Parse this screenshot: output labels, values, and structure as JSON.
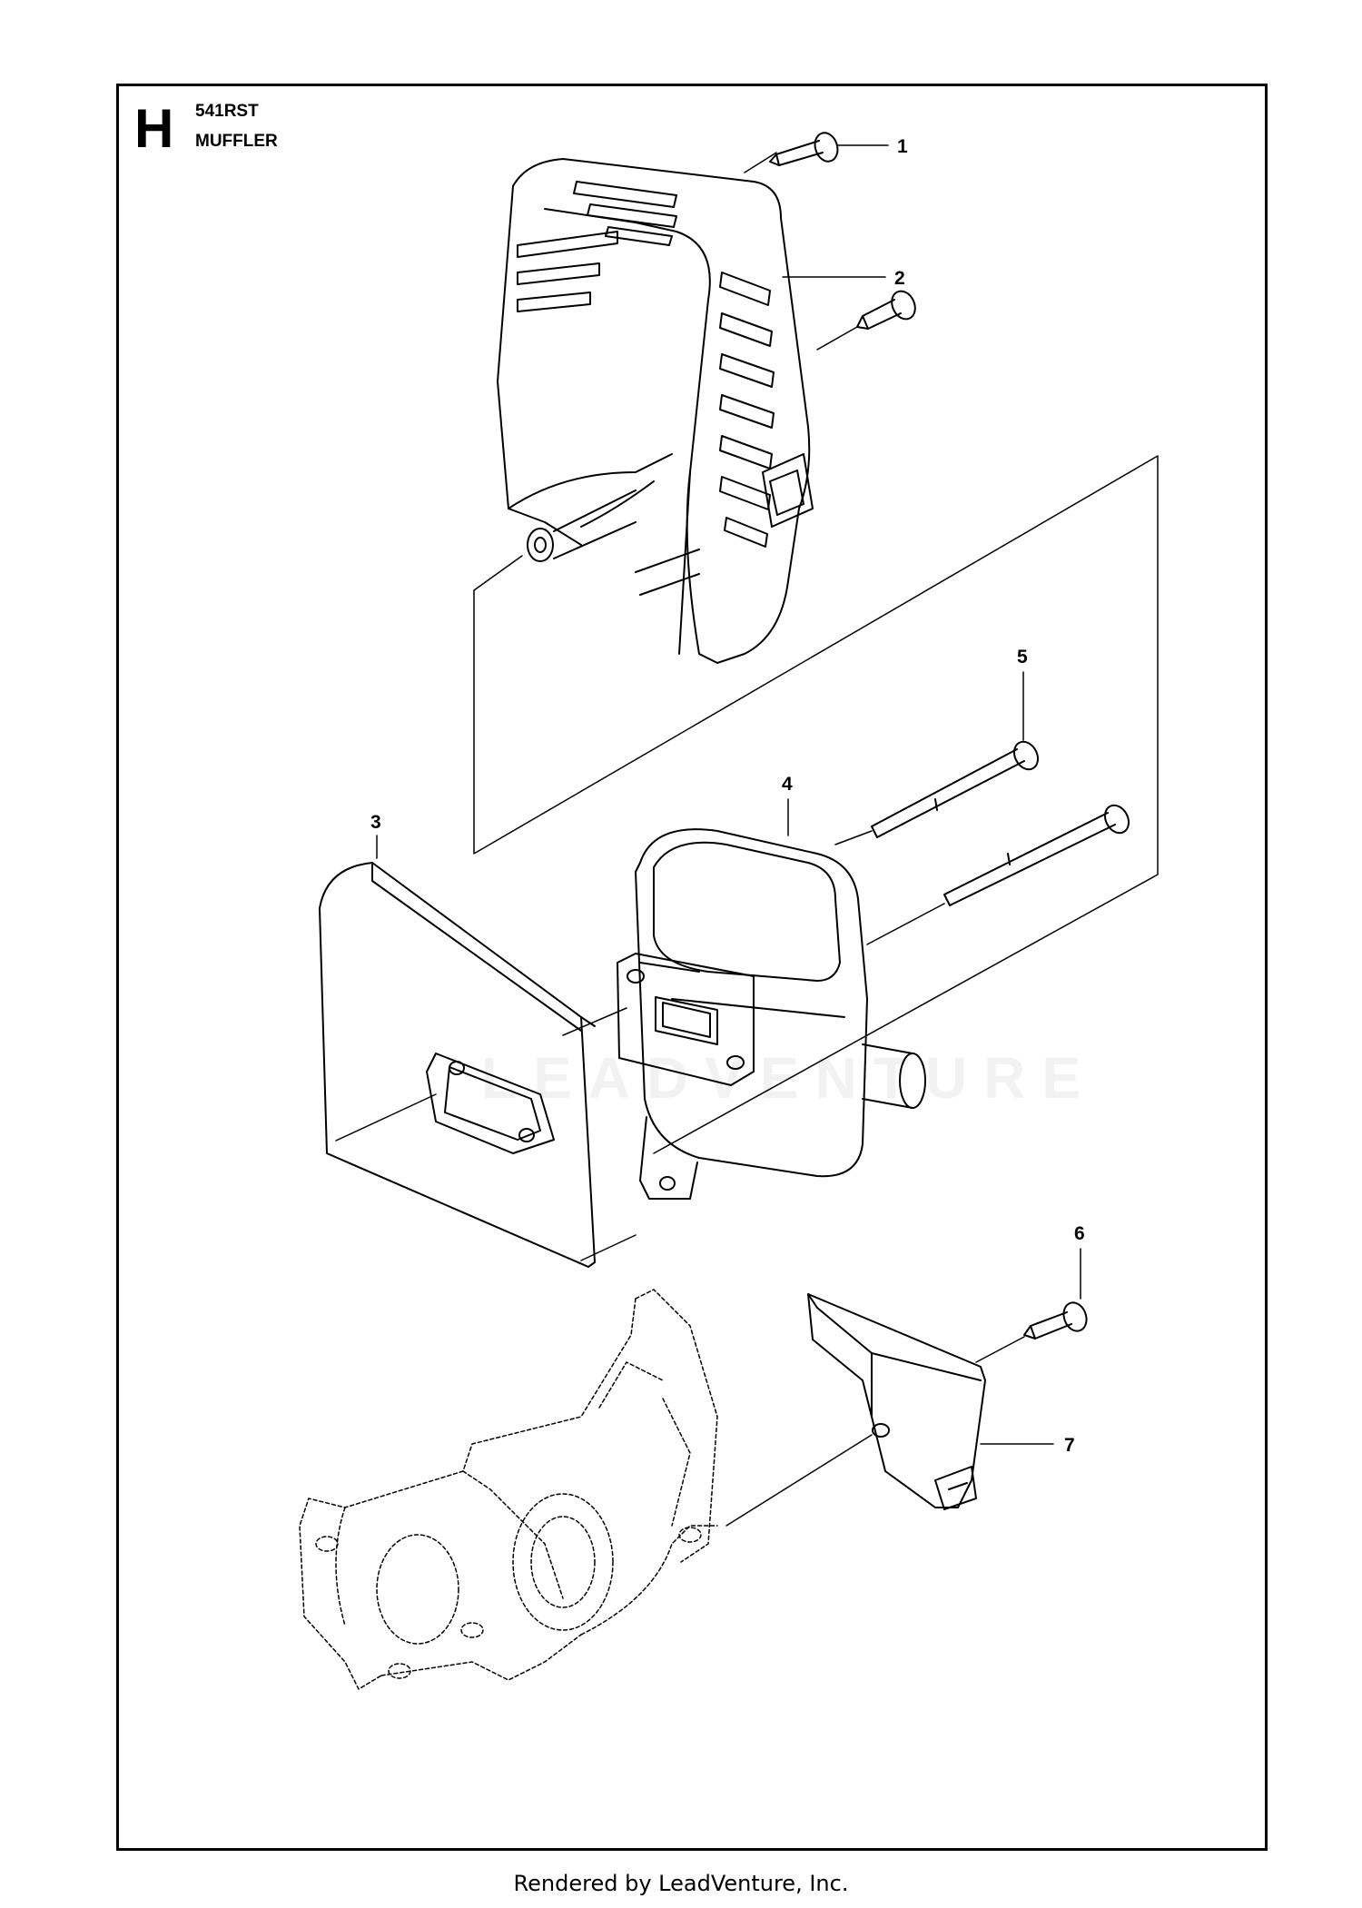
{
  "header": {
    "section_letter": "H",
    "model": "541RST",
    "title": "MUFFLER"
  },
  "callouts": [
    "1",
    "2",
    "3",
    "4",
    "5",
    "6",
    "7"
  ],
  "watermark": "LEADVENTURE",
  "footer": "Rendered by LeadVenture, Inc."
}
